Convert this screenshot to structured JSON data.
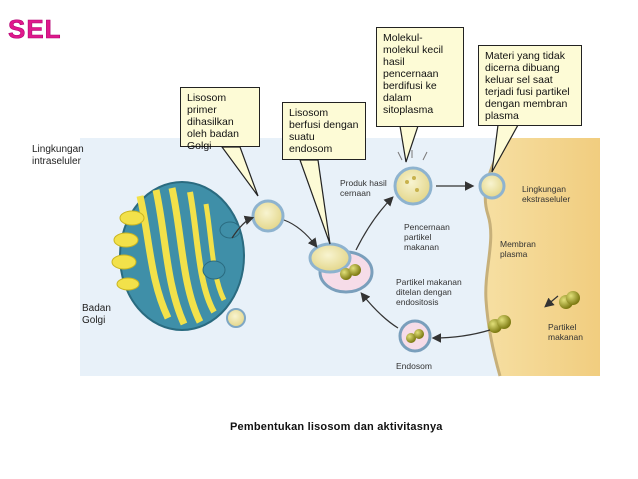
{
  "title": "SEL",
  "callouts": {
    "primary_lysosome": "Lisosom primer dihasilkan oleh badan Golgi",
    "fused_lysosome": "Lisosom berfusi dengan suatu endosom",
    "small_molecules": "Molekul-molekul kecil hasil pencernaan berdifusi ke dalam sitoplasma",
    "waste": "Materi yang tidak dicerna dibuang keluar sel saat terjadi fusi partikel dengan membran plasma"
  },
  "labels": {
    "intracellular": "Lingkungan intraseluler",
    "golgi": "Badan Golgi",
    "digestion_products": "Produk hasil cernaan",
    "food_digestion": "Pencernaan partikel makanan",
    "engulfed": "Partikel makanan ditelan dengan endositosis",
    "endosome": "Endosom",
    "extracellular": "Lingkungan ekstraseluler",
    "plasma_membrane": "Membran plasma",
    "food_particle": "Partikel makanan"
  },
  "caption": "Pembentukan lisosom dan aktivitasnya",
  "colors": {
    "title": "#e0188c",
    "callout_bg": "#fdfbd6",
    "cytoplasm": "#e9f2fa",
    "extracellular": "#f3d28c",
    "golgi_body": "#3f8fa8",
    "golgi_cisternae": "#f2e14a",
    "lysosome_content": "#f1eab2",
    "particle": "#a8a82a"
  }
}
